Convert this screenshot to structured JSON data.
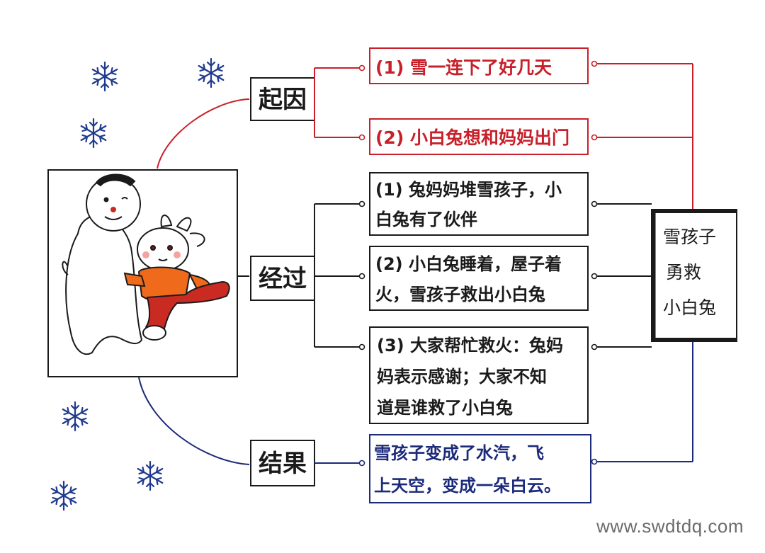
{
  "colors": {
    "cause": "#c8202a",
    "process": "#1a1a1a",
    "result": "#1b2a7a",
    "snowflake": "#1f3a8f",
    "rabbit_shirt": "#ef6a1a",
    "rabbit_pants": "#c92a22"
  },
  "sections": {
    "cause": "起因",
    "process": "经过",
    "result": "结果"
  },
  "cause_items": [
    "(1) 雪一连下了好几天",
    "(2) 小白兔想和妈妈出门"
  ],
  "process_items": [
    [
      "(1) 兔妈妈堆雪孩子，小",
      "白兔有了伙伴"
    ],
    [
      "(2) 小白兔睡着，屋子着",
      "火，雪孩子救出小白兔"
    ],
    [
      "(3) 大家帮忙救火：兔妈",
      "妈表示感谢；大家不知",
      "道是谁救了小白兔"
    ]
  ],
  "result_text": [
    "雪孩子变成了水汽，飞",
    "上天空，变成一朵白云。"
  ],
  "summary": [
    "雪孩子",
    "勇救",
    "小白兔"
  ],
  "watermark": "www.swdtdq.com",
  "icons": [
    "snowflake-icon",
    "snowman-illustration",
    "rabbit-illustration"
  ]
}
